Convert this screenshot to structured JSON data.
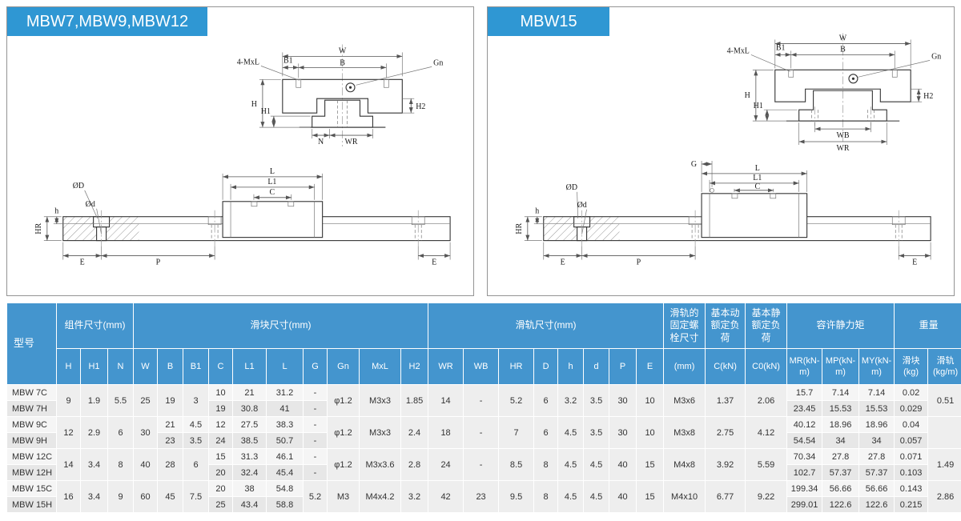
{
  "panels": {
    "left": {
      "title": "MBW7,MBW9,MBW12",
      "front": {
        "w": "W",
        "b1": "B1",
        "b": "B",
        "gn": "Gn",
        "mxl": "4-MxL",
        "h": "H",
        "h1": "H1",
        "n": "N",
        "wr": "WR",
        "h2": "H2"
      },
      "side": {
        "dD": "ØD",
        "dd": "Ød",
        "l": "L",
        "l1": "L1",
        "c": "C",
        "hr": "HR",
        "h": "h",
        "e_left": "E",
        "p": "P",
        "e_right": "E"
      }
    },
    "right": {
      "title": "MBW15",
      "front": {
        "w": "W",
        "b1": "B1",
        "b": "B",
        "gn": "Gn",
        "mxl": "4-MxL",
        "h": "H",
        "h1": "H1",
        "h2": "H2",
        "wb": "WB",
        "wr": "WR"
      },
      "side": {
        "g": "G",
        "dD": "ØD",
        "dd": "Ød",
        "l": "L",
        "l1": "L1",
        "c": "C",
        "hr": "HR",
        "h": "h",
        "e_left": "E",
        "p": "P",
        "e_right": "E"
      }
    }
  },
  "table": {
    "groups": [
      {
        "label": "型号"
      },
      {
        "label": "组件尺寸(mm)",
        "cols": [
          "H",
          "H1",
          "N"
        ]
      },
      {
        "label": "滑块尺寸(mm)",
        "cols": [
          "W",
          "B",
          "B1",
          "C",
          "L1",
          "L",
          "G",
          "Gn",
          "MxL",
          "H2"
        ]
      },
      {
        "label": "滑轨尺寸(mm)",
        "cols": [
          "WR",
          "WB",
          "HR",
          "D",
          "h",
          "d",
          "P",
          "E"
        ]
      },
      {
        "label": "滑轨的固定螺栓尺寸",
        "cols": [
          "(mm)"
        ]
      },
      {
        "label": "基本动额定负荷",
        "cols": [
          "C(kN)"
        ]
      },
      {
        "label": "基本静额定负荷",
        "cols": [
          "C0(kN)"
        ]
      },
      {
        "label": "容许静力矩",
        "cols": [
          "MR(kN-m)",
          "MP(kN-m)",
          "MY(kN-m)"
        ]
      },
      {
        "label": "重量",
        "cols": [
          "滑块(kg)",
          "滑轨(kg/m)"
        ]
      }
    ],
    "rows": [
      [
        "MBW 7C",
        {
          "t": "9",
          "r": 2
        },
        {
          "t": "1.9",
          "r": 2
        },
        {
          "t": "5.5",
          "r": 2
        },
        {
          "t": "25",
          "r": 2
        },
        {
          "t": "19",
          "r": 2
        },
        {
          "t": "3",
          "r": 2
        },
        "10",
        "21",
        "31.2",
        "-",
        {
          "t": "φ1.2",
          "r": 2
        },
        {
          "t": "M3x3",
          "r": 2
        },
        {
          "t": "1.85",
          "r": 2
        },
        {
          "t": "14",
          "r": 2
        },
        {
          "t": "-",
          "r": 2
        },
        {
          "t": "5.2",
          "r": 2
        },
        {
          "t": "6",
          "r": 2
        },
        {
          "t": "3.2",
          "r": 2
        },
        {
          "t": "3.5",
          "r": 2
        },
        {
          "t": "30",
          "r": 2
        },
        {
          "t": "10",
          "r": 2
        },
        {
          "t": "M3x6",
          "r": 2
        },
        {
          "t": "1.37",
          "r": 2
        },
        {
          "t": "2.06",
          "r": 2
        },
        "15.7",
        "7.14",
        "7.14",
        "0.02",
        {
          "t": "0.51",
          "r": 2
        }
      ],
      [
        "MBW 7H",
        "19",
        "30.8",
        "41",
        "-",
        "23.45",
        "15.53",
        "15.53",
        "0.029"
      ],
      [
        "MBW 9C",
        {
          "t": "12",
          "r": 2
        },
        {
          "t": "2.9",
          "r": 2
        },
        {
          "t": "6",
          "r": 2
        },
        {
          "t": "30",
          "r": 2
        },
        "21",
        "4.5",
        "12",
        "27.5",
        "38.3",
        "-",
        {
          "t": "φ1.2",
          "r": 2
        },
        {
          "t": "M3x3",
          "r": 2
        },
        {
          "t": "2.4",
          "r": 2
        },
        {
          "t": "18",
          "r": 2
        },
        {
          "t": "-",
          "r": 2
        },
        {
          "t": "7",
          "r": 2
        },
        {
          "t": "6",
          "r": 2
        },
        {
          "t": "4.5",
          "r": 2
        },
        {
          "t": "3.5",
          "r": 2
        },
        {
          "t": "30",
          "r": 2
        },
        {
          "t": "10",
          "r": 2
        },
        {
          "t": "M3x8",
          "r": 2
        },
        {
          "t": "2.75",
          "r": 2
        },
        {
          "t": "4.12",
          "r": 2
        },
        "40.12",
        "18.96",
        "18.96",
        "0.04",
        {
          "t": "",
          "r": 2
        }
      ],
      [
        "MBW 9H",
        "23",
        "3.5",
        "24",
        "38.5",
        "50.7",
        "-",
        "54.54",
        "34",
        "34",
        "0.057"
      ],
      [
        "MBW 12C",
        {
          "t": "14",
          "r": 2
        },
        {
          "t": "3.4",
          "r": 2
        },
        {
          "t": "8",
          "r": 2
        },
        {
          "t": "40",
          "r": 2
        },
        {
          "t": "28",
          "r": 2
        },
        {
          "t": "6",
          "r": 2
        },
        "15",
        "31.3",
        "46.1",
        "-",
        {
          "t": "φ1.2",
          "r": 2
        },
        {
          "t": "M3x3.6",
          "r": 2
        },
        {
          "t": "2.8",
          "r": 2
        },
        {
          "t": "24",
          "r": 2
        },
        {
          "t": "-",
          "r": 2
        },
        {
          "t": "8.5",
          "r": 2
        },
        {
          "t": "8",
          "r": 2
        },
        {
          "t": "4.5",
          "r": 2
        },
        {
          "t": "4.5",
          "r": 2
        },
        {
          "t": "40",
          "r": 2
        },
        {
          "t": "15",
          "r": 2
        },
        {
          "t": "M4x8",
          "r": 2
        },
        {
          "t": "3.92",
          "r": 2
        },
        {
          "t": "5.59",
          "r": 2
        },
        "70.34",
        "27.8",
        "27.8",
        "0.071",
        {
          "t": "1.49",
          "r": 2
        }
      ],
      [
        "MBW 12H",
        "20",
        "32.4",
        "45.4",
        "-",
        "102.7",
        "57.37",
        "57.37",
        "0.103"
      ],
      [
        "MBW 15C",
        {
          "t": "16",
          "r": 2
        },
        {
          "t": "3.4",
          "r": 2
        },
        {
          "t": "9",
          "r": 2
        },
        {
          "t": "60",
          "r": 2
        },
        {
          "t": "45",
          "r": 2
        },
        {
          "t": "7.5",
          "r": 2
        },
        "20",
        "38",
        "54.8",
        {
          "t": "5.2",
          "r": 2
        },
        {
          "t": "M3",
          "r": 2
        },
        {
          "t": "M4x4.2",
          "r": 2
        },
        {
          "t": "3.2",
          "r": 2
        },
        {
          "t": "42",
          "r": 2
        },
        {
          "t": "23",
          "r": 2
        },
        {
          "t": "9.5",
          "r": 2
        },
        {
          "t": "8",
          "r": 2
        },
        {
          "t": "4.5",
          "r": 2
        },
        {
          "t": "4.5",
          "r": 2
        },
        {
          "t": "40",
          "r": 2
        },
        {
          "t": "15",
          "r": 2
        },
        {
          "t": "M4x10",
          "r": 2
        },
        {
          "t": "6.77",
          "r": 2
        },
        {
          "t": "9.22",
          "r": 2
        },
        "199.34",
        "56.66",
        "56.66",
        "0.143",
        {
          "t": "2.86",
          "r": 2
        }
      ],
      [
        "MBW 15H",
        "25",
        "43.4",
        "58.8",
        "299.01",
        "122.6",
        "122.6",
        "0.215"
      ]
    ]
  }
}
